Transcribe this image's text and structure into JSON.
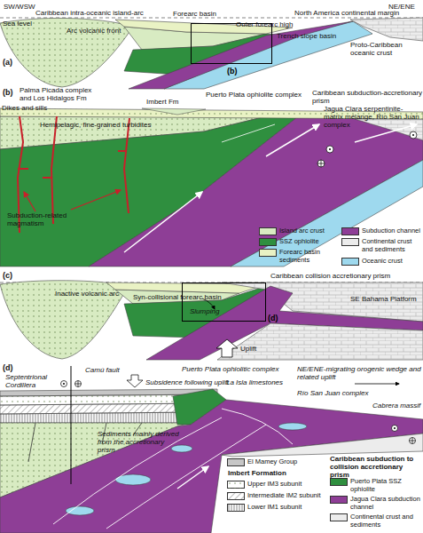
{
  "diagram": {
    "nodes": [
      {
        "text": [
          "(b)"
        ]
      },
      {
        "text": [
          "(d)"
        ]
      }
    ],
    "labels": [
      "SW/WSW",
      "(a)",
      "Caribbean intra-oceanic island-arc",
      "Sea level",
      "Arc volcanic front",
      "Forearc basin",
      "NE/ENE",
      "North America continental margin",
      "Outer forearc high",
      "Trench slope basin",
      "Proto-Caribbean oceanic crust",
      "(b)",
      "Palma Picada complex and Los Hidalgos Fm",
      "Dikes and sills",
      "Imbert Fm",
      "Puerto Plata ophiolite complex",
      "Caribbean subduction-accretionary prism",
      "Hemipelagic, fine-grained turbidites",
      "Jagua Clara serpentinite-matrix mélange, Río San Juan complex",
      "Subduction-related magmatism",
      "(c)",
      "Inactive volcanic arc",
      "Syn-collisional forearc basin",
      "Caribbean collision accretionary prism",
      "SE Bahama Platform",
      "Slumping",
      "Uplift",
      "(d)",
      "Septentrional Cordillera",
      "Camú fault",
      "Subsidence following uplift",
      "Puerto Plata ophiolitic complex",
      "Sediments mainly derived from the accretionary prism",
      "La Isla limestones",
      "NE/ENE-migrating orogenic wedge and related uplift",
      "Río San Juan complex",
      "Cabrera massif",
      "Imbert Formation",
      "Caribbean subduction to collision accretionary prism"
    ],
    "legend": [
      {
        "text": "Island arc crust",
        "color": "#d8ebc2"
      },
      {
        "text": "SSZ ophiolite",
        "color": "#2f8f3f"
      },
      {
        "text": "Forearc basin sediments",
        "color": "#e9f2c4"
      },
      {
        "text": "Subduction channel",
        "color": "#8e3e96"
      },
      {
        "text": "Continental crust and sediments",
        "color": "#ececec"
      },
      {
        "text": "Oceanic crust",
        "color": "#9ed9ee"
      },
      {
        "text": "El Mamey Group",
        "color": "#c6c6c6"
      },
      {
        "text": "Upper IM3 subunit"
      },
      {
        "text": "Intermediate IM2 subunit"
      },
      {
        "text": "Lower IM1 subunit"
      },
      {
        "text": "Puerto Plata SSZ ophiolite",
        "color": "#2f8f3f"
      },
      {
        "text": "Jagua Clara subduction channel",
        "color": "#8e3e96"
      },
      {
        "text": "Continental crust and sediments",
        "color": "#ececec"
      }
    ]
  }
}
